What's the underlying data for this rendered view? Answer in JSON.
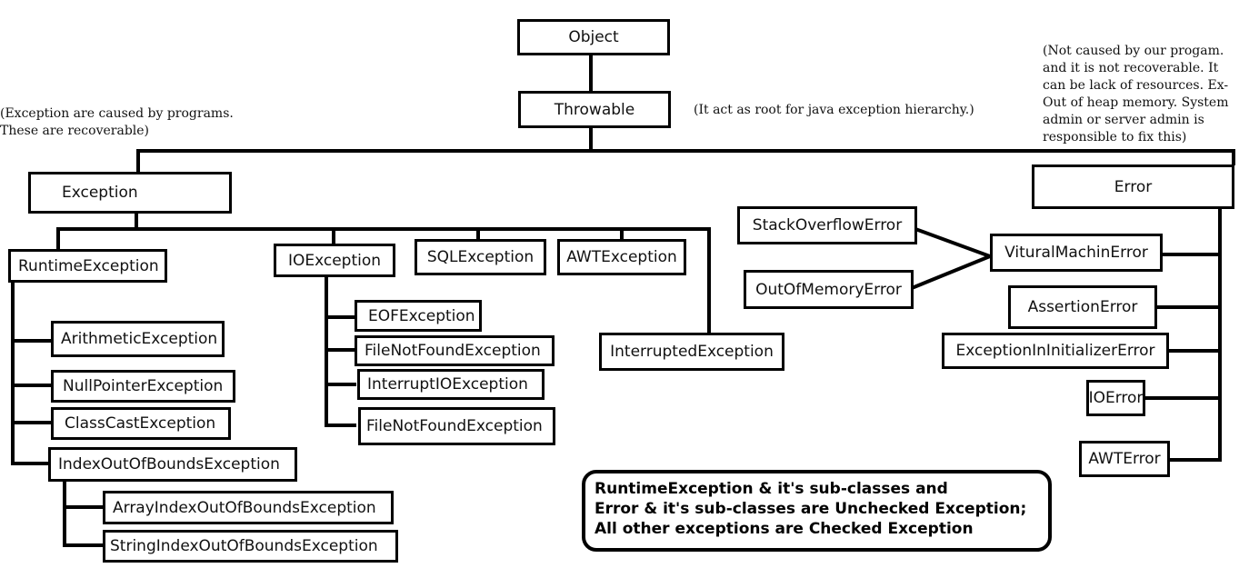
{
  "diagram": {
    "nodes": {
      "object": "Object",
      "throwable": "Throwable",
      "exception": "Exception",
      "error": "Error",
      "runtime_exception": "RuntimeException",
      "io_exception": "IOException",
      "sql_exception": "SQLException",
      "awt_exception": "AWTException",
      "interrupted_exception": "InterruptedException",
      "arithmetic_exception": "ArithmeticException",
      "null_pointer_exception": "NullPointerException",
      "class_cast_exception": "ClassCastException",
      "index_out_of_bounds_exception": "IndexOutOfBoundsException",
      "array_index_out_of_bounds_exception": "ArrayIndexOutOfBoundsException",
      "string_index_out_of_bounds_exception": "StringIndexOutOfBoundsException",
      "eof_exception": "EOFException",
      "file_not_found_exception_1": "FileNotFoundException",
      "interrupt_io_exception": "InterruptIOException",
      "file_not_found_exception_2": "FileNotFoundException",
      "stack_overflow_error": "StackOverflowError",
      "out_of_memory_error": "OutOfMemoryError",
      "virtual_machine_error": "VituralMachinError",
      "assertion_error": "AssertionError",
      "exception_in_initializer_error": "ExceptionInInitializerError",
      "io_error": "IOError",
      "awt_error": "AWTError"
    },
    "notes": {
      "exception_note": [
        "(Exception are caused by programs.",
        "These are recoverable)"
      ],
      "throwable_note": "(It act as root for java exception hierarchy.)",
      "error_note": [
        "(Not caused by our progam.",
        "and it is not recoverable. It",
        "can be lack of resources. Ex-",
        "Out of heap memory. System",
        "admin or server admin is",
        "responsible to fix this)"
      ]
    },
    "summary": [
      "RuntimeException & it's sub-classes and",
      "Error & it's sub-classes are Unchecked Exception;",
      "All other exceptions are Checked Exception"
    ]
  }
}
